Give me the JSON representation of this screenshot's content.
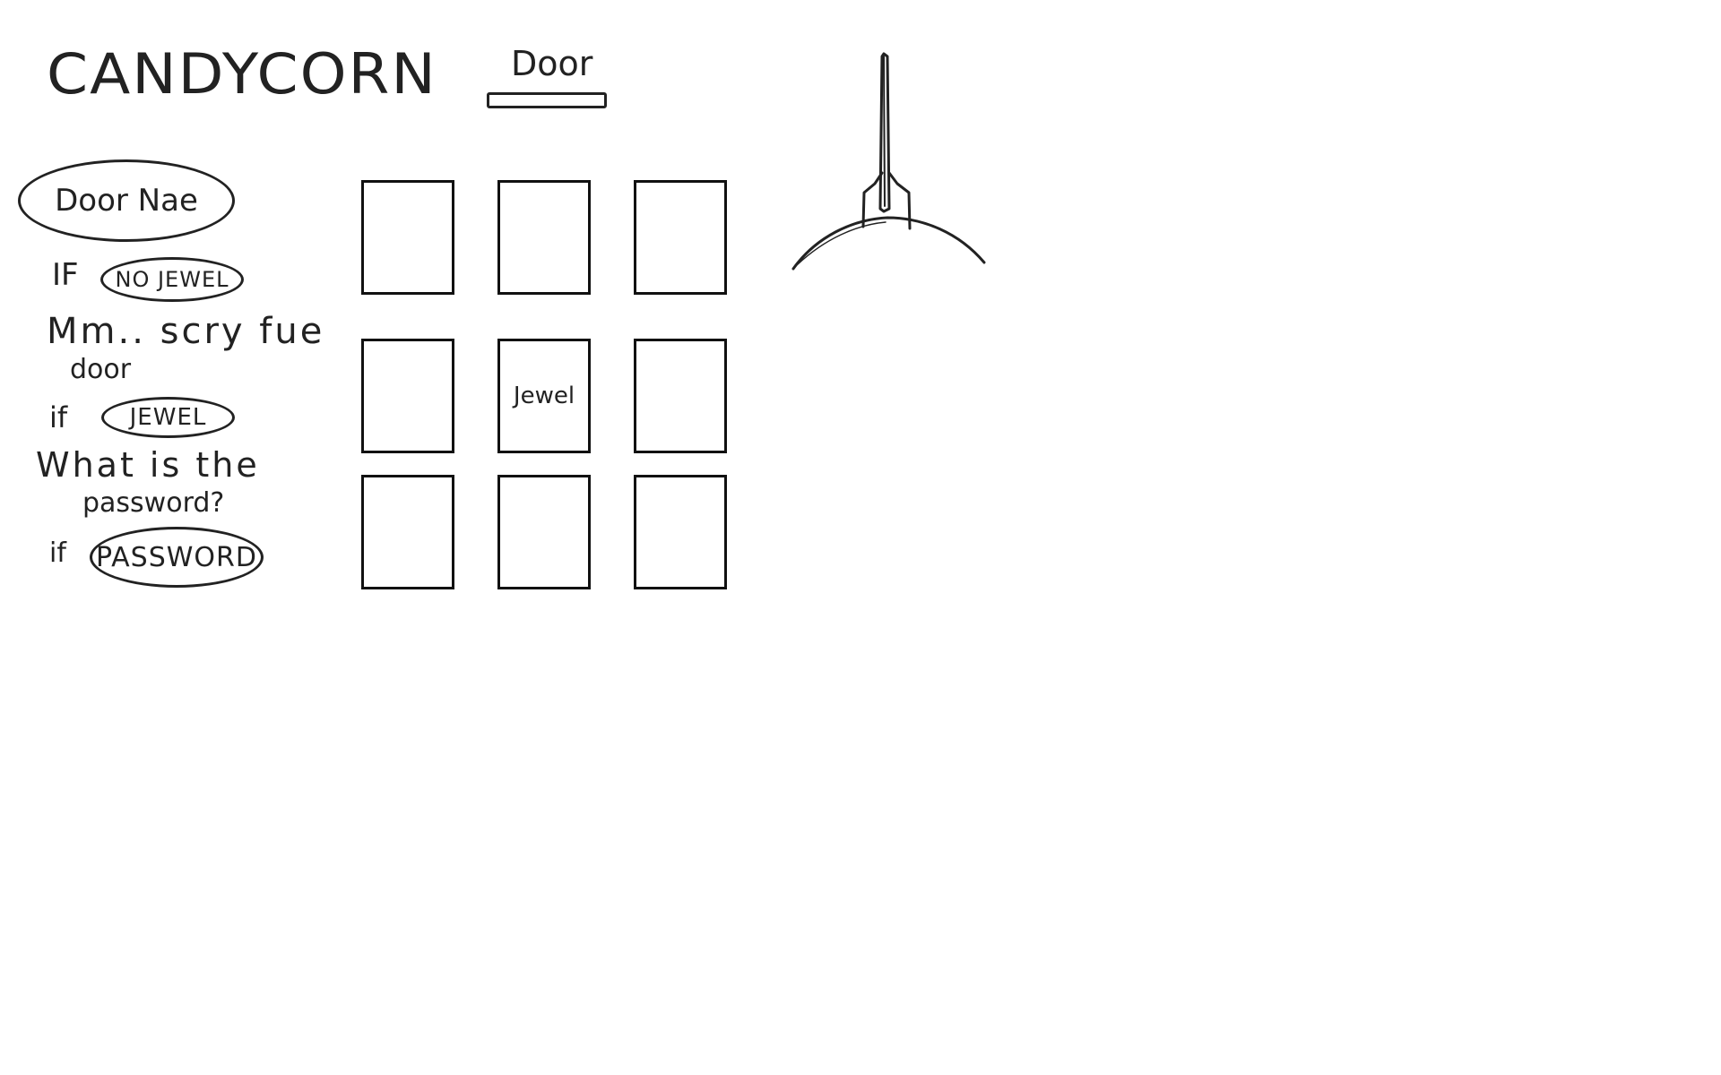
{
  "title": "CANDYCORN",
  "door": {
    "heading": "Door"
  },
  "dialog": {
    "door_name": "Door Nae",
    "if_1": "IF",
    "no_jewel": "NO JEWEL",
    "no_jewel_message_line1": "Mm.. scry fue",
    "no_jewel_message_line2": "door",
    "if_2": "if",
    "jewel": "JEWEL",
    "jewel_message_line1": "What is the",
    "jewel_message_line2": "password?",
    "if_3": "if",
    "password": "PASSWORD"
  },
  "grid": {
    "cells": [
      "",
      "",
      "",
      "",
      "Jewel",
      "",
      "",
      "",
      ""
    ]
  }
}
